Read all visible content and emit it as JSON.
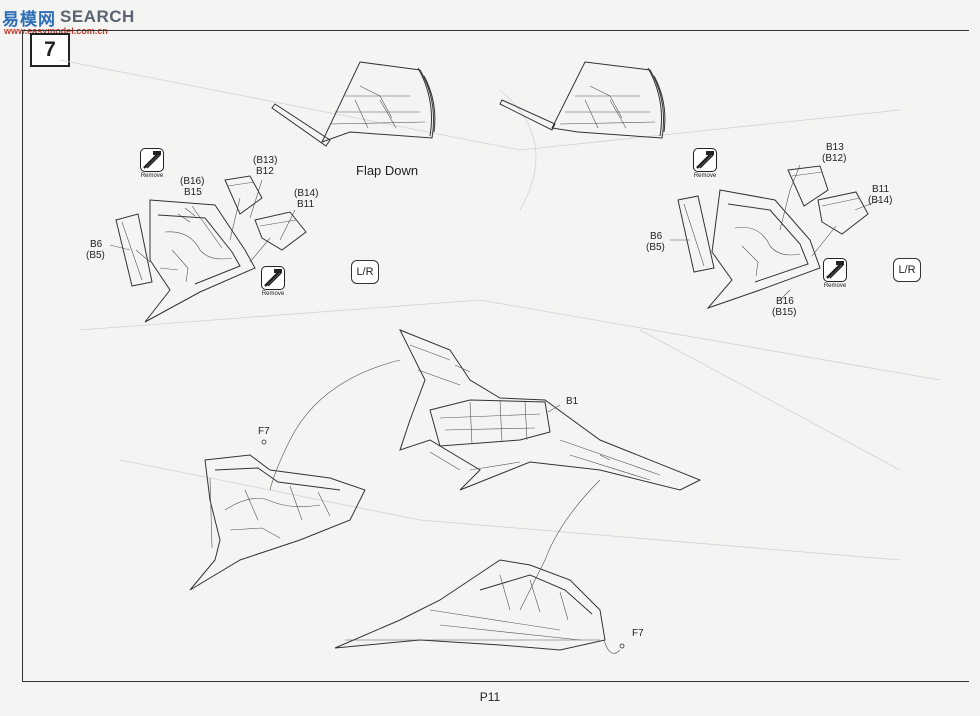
{
  "watermark": {
    "cn": "易模网",
    "en": "SEARCH",
    "sub": "www.easymodel.com.cn"
  },
  "step_number": "7",
  "caption_flap": "Flap Down",
  "lr_mark": "L/R",
  "remove_text": "Remove",
  "labels": {
    "l_b13": "(B13)",
    "l_b12": "B12",
    "l_b16": "(B16)",
    "l_b15": "B15",
    "l_b14": "(B14)",
    "l_b11": "B11",
    "l_b6": "B6",
    "l_b5": "(B5)",
    "r_b13": "B13",
    "r_b12": "(B12)",
    "r_b11": "B11",
    "r_b14": "(B14)",
    "r_b6": "B6",
    "r_b5": "(B5)",
    "r_b16": "B16",
    "r_b15": "(B15)",
    "b1": "B1",
    "f7_a": "F7",
    "f7_b": "F7"
  },
  "page_number": "P11"
}
